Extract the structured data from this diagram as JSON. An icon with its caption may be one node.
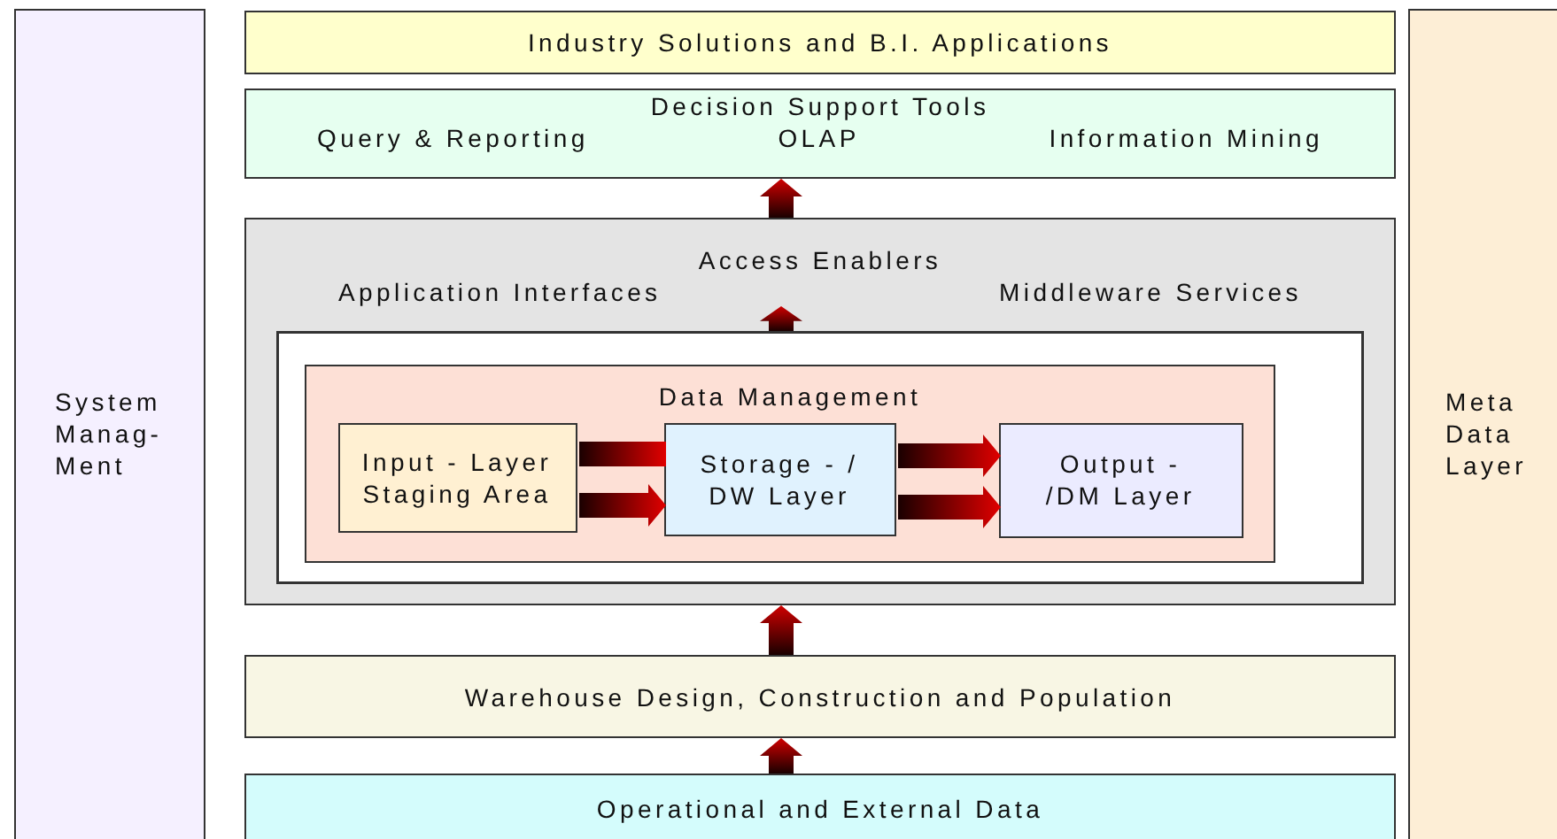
{
  "diagram": {
    "nodes": [
      {
        "text": [
          "System Manag- Ment"
        ]
      },
      {
        "text": [
          "Industry Solutions and B.I. Applications"
        ]
      },
      {
        "text": [
          "Decision Support Tools",
          "Query & Reporting",
          "OLAP",
          "Information Mining"
        ]
      },
      {
        "text": [
          "Access Enablers",
          "Application Interfaces",
          "Middleware Services"
        ]
      },
      {
        "text": [],
        "shape": "box",
        "in": 3
      },
      {
        "text": [
          "Data Management"
        ],
        "in": 4
      },
      {
        "text": [
          "Input - Layer Staging Area"
        ],
        "in": 5
      },
      {
        "text": [
          "Storage - / DW Layer"
        ],
        "in": 5
      },
      {
        "text": [
          "Output - /DM Layer"
        ],
        "in": 5
      },
      {
        "text": [
          "Warehouse Design, Construction and Population"
        ]
      },
      {
        "text": [
          "Operational and External Data"
        ]
      },
      {
        "text": [
          "Meta Data Layer"
        ]
      }
    ],
    "edges": [
      {
        "from": 10,
        "to": 9,
        "arrow": "to",
        "style": "thick"
      },
      {
        "from": 9,
        "to": 3,
        "arrow": "to",
        "style": "thick"
      },
      {
        "from": 4,
        "to": null,
        "arrow": "to",
        "style": "thick"
      },
      {
        "from": 3,
        "to": 2,
        "arrow": "to",
        "style": "thick"
      },
      {
        "from": 6,
        "to": 7,
        "arrow": "none",
        "style": "thick"
      },
      {
        "from": 6,
        "to": 7,
        "arrow": "to",
        "style": "thick"
      },
      {
        "from": 7,
        "to": 8,
        "arrow": "to",
        "style": "thick"
      },
      {
        "from": 7,
        "to": 8,
        "arrow": "to",
        "style": "thick"
      }
    ]
  }
}
